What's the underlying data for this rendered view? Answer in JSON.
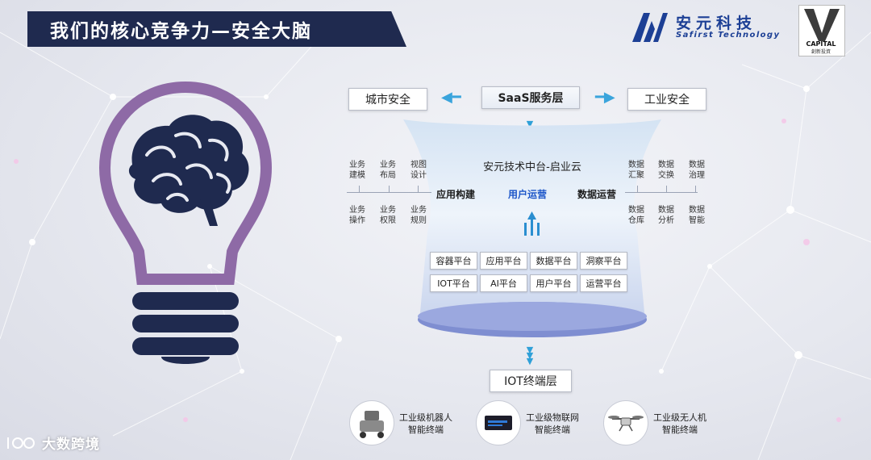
{
  "title": "我们的核心竞争力—安全大脑",
  "brand": {
    "name_cn": "安元科技",
    "name_en": "Safirst Technology",
    "capital_label": "CAPITAL",
    "capital_sub": "創新投資"
  },
  "saas": {
    "left": "城市安全",
    "center": "SaaS服务层",
    "right": "工业安全"
  },
  "middle": {
    "title": "安元技术中台-启业云",
    "app_build": "应用构建",
    "user_ops": "用户运营",
    "data_ops": "数据运营",
    "left_top": [
      "业务\n建模",
      "业务\n布局",
      "视图\n设计"
    ],
    "left_bottom": [
      "业务\n操作",
      "业务\n权限",
      "业务\n规则"
    ],
    "right_top": [
      "数据\n汇聚",
      "数据\n交换",
      "数据\n治理"
    ],
    "right_bottom": [
      "数据\n仓库",
      "数据\n分析",
      "数据\n智能"
    ]
  },
  "platforms": [
    "容器平台",
    "应用平台",
    "数据平台",
    "洞察平台",
    "IOT平台",
    "AI平台",
    "用户平台",
    "运营平台"
  ],
  "iot_layer": "IOT终端层",
  "terminals": [
    {
      "name": "工业级机器人\n智能终端",
      "icon": "robot-icon"
    },
    {
      "name": "工业级物联网\n智能终端",
      "icon": "iot-box-icon"
    },
    {
      "name": "工业级无人机\n智能终端",
      "icon": "drone-icon"
    }
  ],
  "watermark": "大数跨境",
  "colors": {
    "banner": "#1f2a4f",
    "brand": "#1c3f95",
    "bulb": "#8e6aa6",
    "brain": "#1f2a4f",
    "accent": "#3aa4dc"
  }
}
